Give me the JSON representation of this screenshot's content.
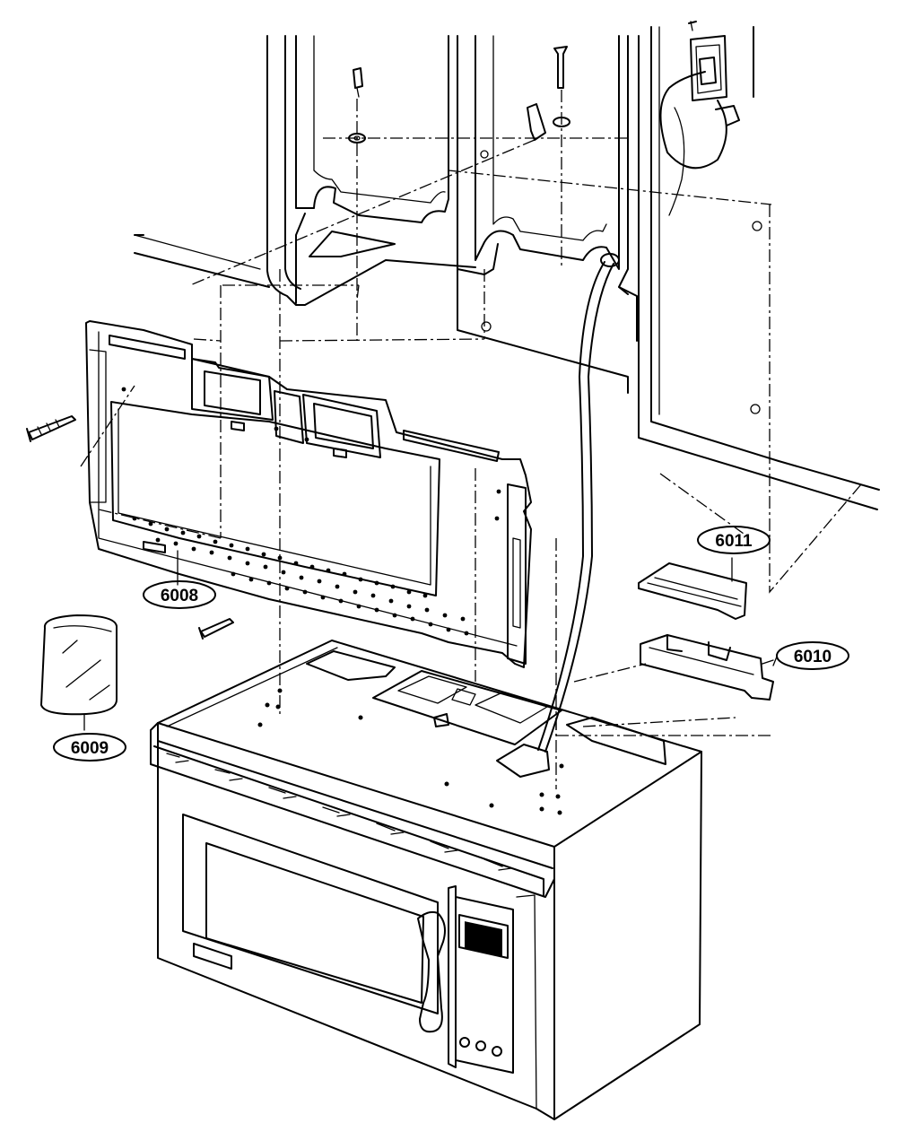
{
  "diagram": {
    "callouts": [
      {
        "id": "c6008",
        "label": "6008"
      },
      {
        "id": "c6009",
        "label": "6009"
      },
      {
        "id": "c6010",
        "label": "6010"
      },
      {
        "id": "c6011",
        "label": "6011"
      }
    ]
  }
}
